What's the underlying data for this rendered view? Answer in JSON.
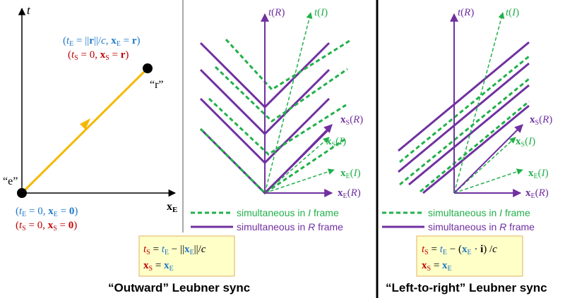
{
  "colors": {
    "purple": "#7030a0",
    "green": "#22b04b",
    "gold": "#f5b800",
    "blue": "#1f78c8",
    "red": "#c00000",
    "formula_bg": "#ffffc8",
    "formula_border": "#e0b060"
  },
  "left_panel": {
    "axis_t": "t",
    "axis_x": "x",
    "axis_x_sub": "E",
    "point_e_label": "“e”",
    "point_r_label": "“r”",
    "r_line1": "(tE = ||r||/c, xE = r)",
    "r_line2": "(tS = 0, xS = r)",
    "e_line1": "(tE = 0, xE = 0)",
    "e_line2": "(tS = 0, xS = 0)"
  },
  "middle_panel": {
    "tR": "t(R)",
    "tI": "t(I)",
    "xSR": "xS(R)",
    "xSI": "xS(I)",
    "xER": "xE(R)",
    "xEI": "xE(I)",
    "legend_I": "simultaneous in I frame",
    "legend_R": "simultaneous in R frame",
    "formula_1": "tS = tE − ||xE||/c",
    "formula_2": "xS = xE",
    "caption": "“Outward” Leubner sync"
  },
  "right_panel": {
    "tR": "t(R)",
    "tI": "t(I)",
    "xSR": "xS(R)",
    "xSI": "xS(I)",
    "xER": "xE(R)",
    "xEI": "xE(I)",
    "legend_I": "simultaneous in I frame",
    "legend_R": "simultaneous in R frame",
    "formula_1": "tS = tE − (xE · i) /c",
    "formula_2": "xS = xE",
    "caption": "“Left-to-right” Leubner sync"
  }
}
